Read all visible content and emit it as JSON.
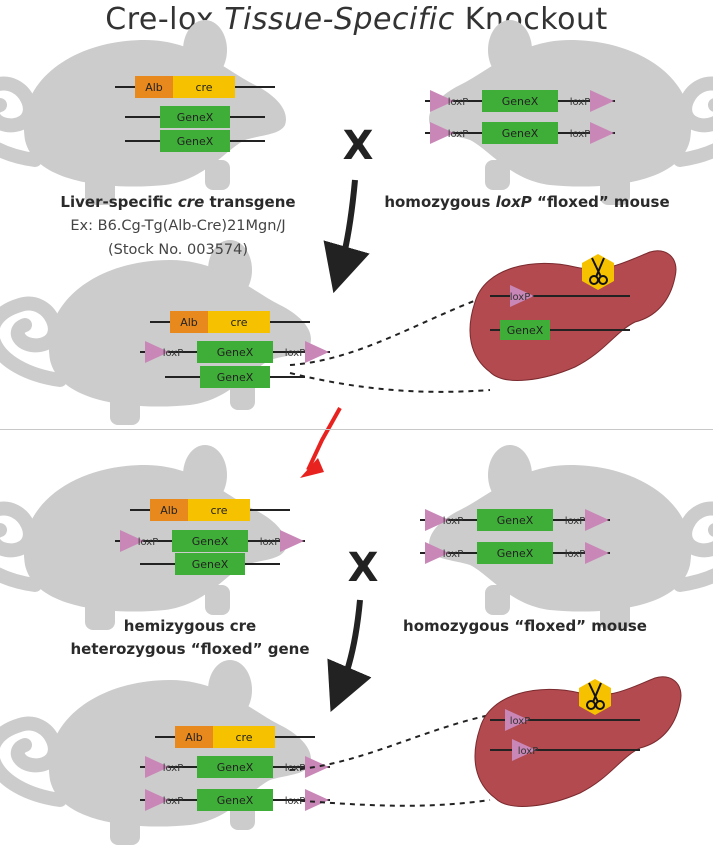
{
  "title": {
    "pre": "Cre-lox ",
    "em": "Tissue-Specific",
    "post": " Knockout"
  },
  "panel1": {
    "left_label_pre": "Liver-specific ",
    "left_label_em": "cre",
    "left_label_post": " transgene",
    "left_sub1": "Ex: B6.Cg-Tg(Alb-Cre)21Mgn/J",
    "left_sub2": "(Stock No. 003574)",
    "right_label_pre": "homozygous ",
    "right_label_em": "loxP",
    "right_label_post": " “floxed” mouse"
  },
  "panel2": {
    "left_label1": "hemizygous cre",
    "left_label2": "heterozygous “floxed” gene",
    "right_label": "homozygous “floxed” mouse"
  },
  "gene_labels": {
    "alb": "Alb",
    "cre": "cre",
    "genex": "GeneX",
    "loxp": "loxP"
  },
  "cross_symbol": "X",
  "colors": {
    "mouse": "#cccccc",
    "alb": "#e8891e",
    "cre": "#f6c200",
    "genex": "#3fae38",
    "loxp": "#c987b8",
    "liver": "#b24a4f",
    "arrow": "#222222",
    "highlight_arrow": "#e8231f"
  },
  "icons": [
    "scissors-icon",
    "cross-icon",
    "arrow-icon",
    "mouse-icon",
    "liver-icon"
  ]
}
